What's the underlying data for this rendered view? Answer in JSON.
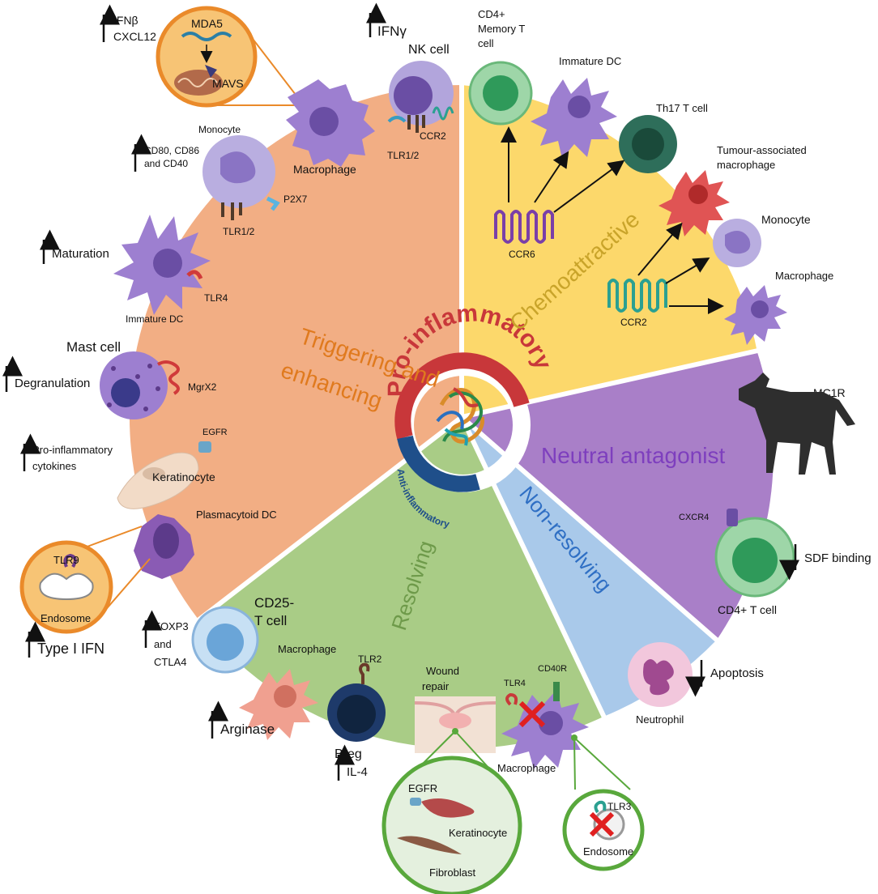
{
  "colors": {
    "orange": "#f2ae84",
    "yellow": "#fcd86b",
    "purple": "#a97fc8",
    "blue": "#a9c9ea",
    "green": "#a9cc86",
    "red": "#c8373a",
    "navy": "#1f4f8a",
    "cellPurple": "#9d7fd0",
    "zoomFill": "#f7c475",
    "zoomStroke": "#ea8a2a",
    "greenStroke": "#59a83c"
  },
  "center": {
    "pro": "Pro-inflammatory",
    "anti": "Anti-inflammatory"
  },
  "sectors": {
    "triggering_1": "Triggering and",
    "triggering_2": "enhancing",
    "chemo": "Chemoattractive",
    "neutral": "Neutral antagonist",
    "nonres": "Non-resolving",
    "resolving": "Resolving"
  },
  "labels": {
    "ifnb": "IFNβ",
    "cxcl12": "CXCL12",
    "mda5": "MDA5",
    "mavs": "MAVS",
    "ifng": "IFNγ",
    "nk": "NK cell",
    "ccr2_nk": "CCR2",
    "tlr12_nk": "TLR1/2",
    "macrophage_top": "Macrophage",
    "monocyte_left": "Monocyte",
    "cd80_1": "CD80, CD86",
    "cd80_2": "and CD40",
    "p2x7": "P2X7",
    "tlr12_mono": "TLR1/2",
    "maturation": "Maturation",
    "tlr4_dc": "TLR4",
    "immature_dc_left": "Immature DC",
    "mast": "Mast cell",
    "degranulation": "Degranulation",
    "mgrx2": "MgrX2",
    "proinf_1": "Pro-inflammatory",
    "proinf_2": "cytokines",
    "egfr_left": "EGFR",
    "keratinocyte_left": "Keratinocyte",
    "pdc": "Plasmacytoid DC",
    "tlr9": "TLR9",
    "endosome_left": "Endosome",
    "type1ifn": "Type I IFN",
    "cd4mem_1": "CD4+",
    "cd4mem_2": "Memory T",
    "cd4mem_3": "cell",
    "immature_dc_top": "Immature DC",
    "th17": "Th17 T cell",
    "tam_1": "Tumour-associated",
    "tam_2": "macrophage",
    "ccr6": "CCR6",
    "monocyte_right": "Monocyte",
    "macrophage_right": "Macrophage",
    "ccr2_right": "CCR2",
    "mc1r": "MC1R",
    "cxcr4": "CXCR4",
    "sdf": "SDF binding",
    "cd4t": "CD4+ T cell",
    "apoptosis": "Apoptosis",
    "neutrophil": "Neutrophil",
    "foxp3_1": "FOXP3",
    "foxp3_2": "and",
    "foxp3_3": "CTLA4",
    "cd25_1": "CD25-",
    "cd25_2": "T cell",
    "macrophage_res": "Macrophage",
    "arginase": "Arginase",
    "tlr2": "TLR2",
    "breg": "Breg",
    "il4": "IL-4",
    "wound_1": "Wound",
    "wound_2": "repair",
    "tlr4_res": "TLR4",
    "cd40r": "CD40R",
    "macrophage_bottom": "Macrophage",
    "egfr_bottom": "EGFR",
    "keratinocyte_bottom": "Keratinocyte",
    "fibroblast": "Fibroblast",
    "tlr3": "TLR3",
    "endosome_bottom": "Endosome"
  }
}
